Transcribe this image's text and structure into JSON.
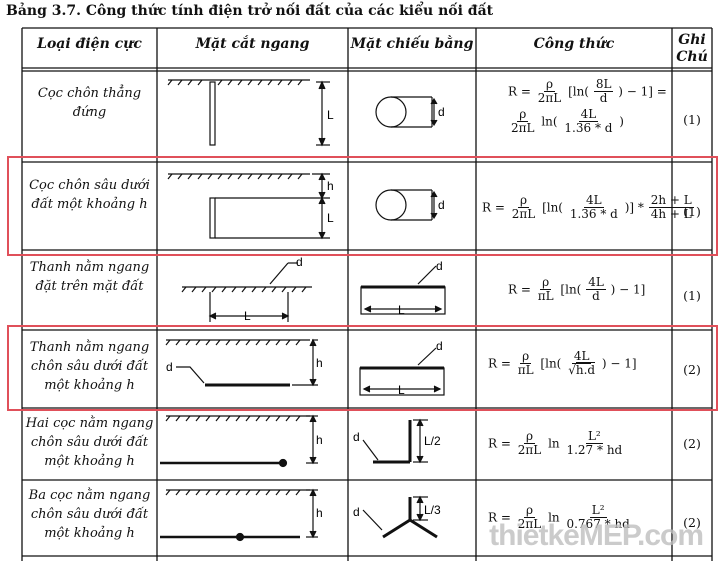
{
  "caption": "Bảng 3.7. Công thức tính điện trở nối đất của các kiểu nối đất",
  "headers": {
    "type": "Loại điện cực",
    "section": "Mặt cắt ngang",
    "plan": "Mặt chiếu bằng",
    "formula": "Công thức",
    "note_line1": "Ghi",
    "note_line2": "Chú"
  },
  "rows": [
    {
      "name1": "Cọc chôn thẳng",
      "name2": "đứng",
      "name3": "",
      "note": "(1)"
    },
    {
      "name1": "Cọc chôn sâu dưới",
      "name2": "đất một khoảng h",
      "name3": "",
      "note": "(1)"
    },
    {
      "name1": "Thanh nằm ngang",
      "name2": "đặt trên mặt đất",
      "name3": "",
      "note": "(1)"
    },
    {
      "name1": "Thanh nằm ngang",
      "name2": "chôn sâu dưới đất",
      "name3": "một khoảng h",
      "note": "(2)"
    },
    {
      "name1": "Hai cọc nằm ngang",
      "name2": "chôn sâu dưới đất",
      "name3": "một khoảng h",
      "note": "(2)"
    },
    {
      "name1": "Ba cọc nằm ngang",
      "name2": "chôn sâu dưới đất",
      "name3": "một khoảng h",
      "note": "(2)"
    }
  ],
  "symbols": {
    "L": "L",
    "d": "d",
    "h": "h",
    "L2": "L/2",
    "L3": "L/3"
  },
  "formulas": {
    "r": "R =",
    "rho": "ρ",
    "two_pi_l": "2πL",
    "pi_l": "πL",
    "ln_open": "[ln(",
    "minus1": ") − 1] =",
    "minus1_end": ") − 1]",
    "ln": "ln(",
    "close": ")",
    "lnw": "ln",
    "eight_l": "8L",
    "four_l": "4L",
    "d": "d",
    "one36d": "1.36 * d",
    "one36d_b": "1.36 * d",
    "bracket_star": ")] *",
    "two_h_l": "2h + L",
    "four_h_l": "4h + L",
    "sqrt_hd": "h.d",
    "l_sq": "L²",
    "one27hd": "1.27 * hd",
    "zero767hd": "0.767 * hd"
  },
  "watermark": "thietkeMEP.com"
}
